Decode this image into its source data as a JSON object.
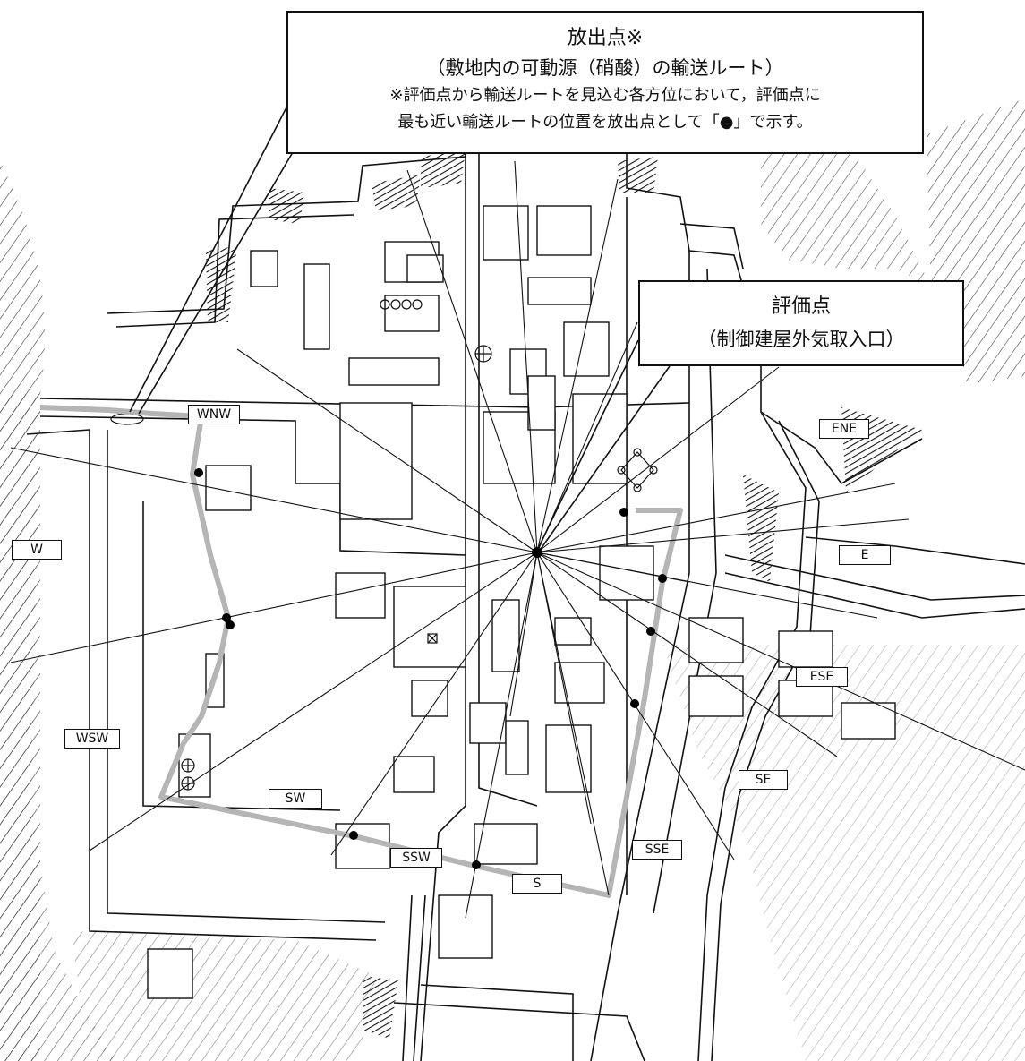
{
  "release_box": {
    "title": "放出点※",
    "subtitle": "（敷地内の可動源（硝酸）の輸送ルート）",
    "note_line1": "※評価点から輸送ルートを見込む各方位において，評価点に",
    "note_line2": "最も近い輸送ルートの位置を放出点として「●」で示す。"
  },
  "eval_box": {
    "title": "評価点",
    "subtitle": "（制御建屋外気取入口）"
  },
  "directions": [
    "WNW",
    "ENE",
    "W",
    "E",
    "ESE",
    "WSW",
    "SE",
    "SW",
    "SSE",
    "SSW",
    "S"
  ],
  "colors": {
    "line": "#111111",
    "route": "#b5b5b5",
    "background": "#ffffff"
  }
}
